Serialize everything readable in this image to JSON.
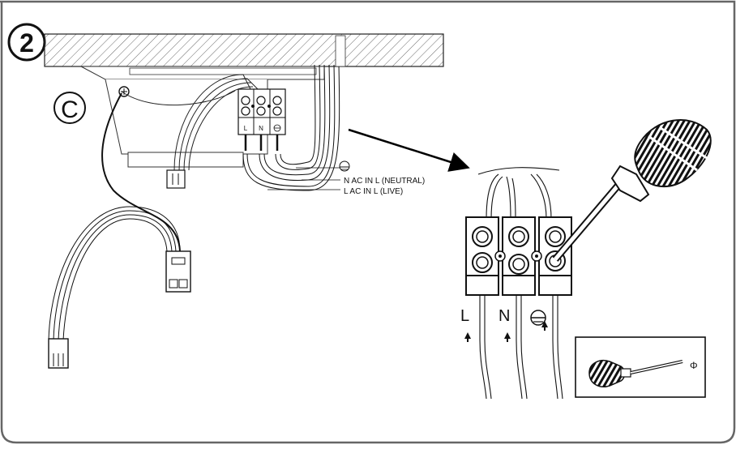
{
  "step": {
    "number": "2"
  },
  "callout": {
    "letter": "C"
  },
  "terminal_block": {
    "labels": {
      "live": "L",
      "neutral": "N"
    }
  },
  "wire_labels": {
    "neutral": "N AC IN L (NEUTRAL)",
    "live": "L  AC IN L (LIVE)"
  },
  "zoom_detail": {
    "terminal_labels": {
      "live": "L",
      "neutral": "N"
    }
  },
  "inset": {
    "tool_symbol": "Φ"
  },
  "icons": [
    "earth-ground-icon",
    "screwdriver-icon",
    "arrow-up-icon",
    "pointer-arrow-icon"
  ]
}
